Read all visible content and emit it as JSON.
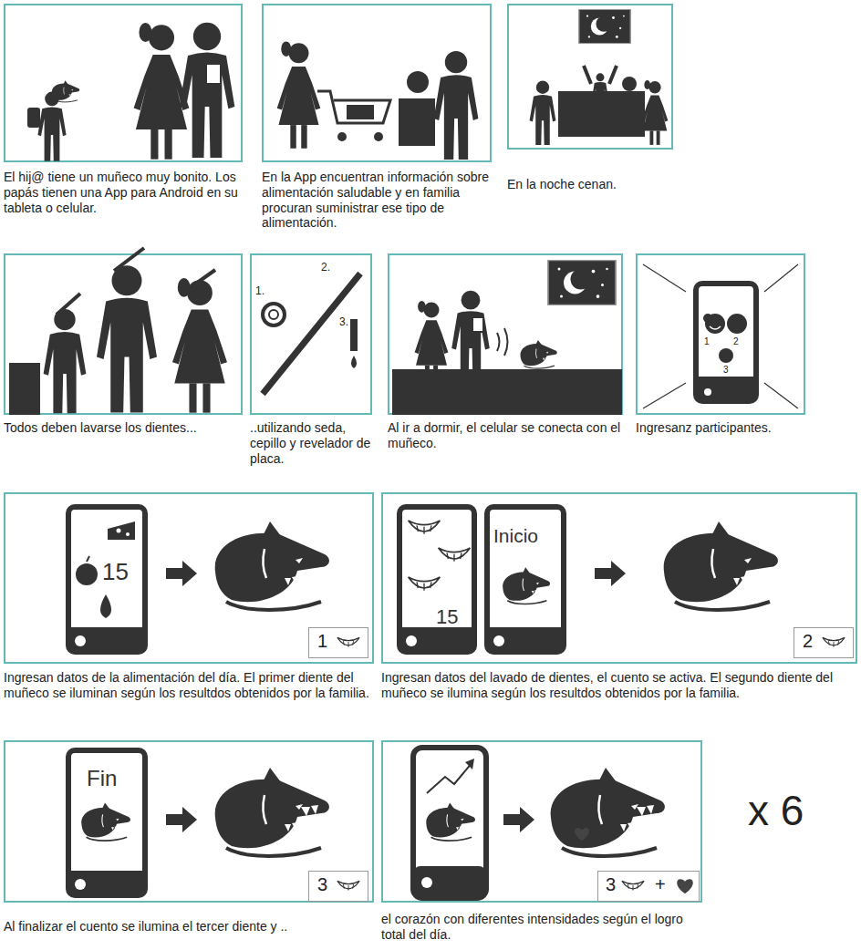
{
  "diagram": {
    "nodes": [
      {
        "text": [
          "El hij@ tiene un muñeco muy bonito. Los papás tienen una App para Android en su tableta o celular."
        ]
      },
      {
        "text": [
          "En la App encuentran información sobre alimentación saludable y en familia procuran suministrar ese tipo de alimentación."
        ]
      },
      {
        "text": [
          "En la noche cenan."
        ]
      },
      {
        "text": [
          "Todos deben lavarse los dientes..."
        ]
      },
      {
        "text": [
          "1.",
          "2.",
          "3.",
          "..utilizando seda, cepillo y revelador de placa."
        ]
      },
      {
        "text": [
          "Al ir a dormir, el celular se conecta con el muñeco."
        ]
      },
      {
        "text": [
          "Ingresanz participantes."
        ]
      },
      {
        "text": [
          "1",
          "2",
          "3"
        ],
        "in": 6
      },
      {
        "text": [
          "Ingresan datos de la alimentación del día. El primer diente del muñeco se iluminan según los resultdos obtenidos por la familia."
        ]
      },
      {
        "text": [
          "15"
        ],
        "in": 8
      },
      {
        "text": [
          "1"
        ],
        "in": 8
      },
      {
        "text": [
          "Ingresan datos del lavado de dientes, el cuento se activa. El segundo diente del muñeco se ilumina según los resultdos obtenidos por la familia."
        ]
      },
      {
        "text": [
          "15"
        ],
        "in": 11
      },
      {
        "text": [
          "Inicio"
        ],
        "in": 11
      },
      {
        "text": [
          "2"
        ],
        "in": 11
      },
      {
        "text": [
          "Al finalizar el cuento se ilumina el tercer diente y .."
        ]
      },
      {
        "text": [
          "Fin"
        ],
        "in": 15
      },
      {
        "text": [
          "3"
        ],
        "in": 15
      },
      {
        "text": [
          "el corazón con diferentes intensidades según el logro total del día."
        ]
      },
      {
        "text": [
          "3",
          "+"
        ],
        "in": 18
      }
    ],
    "labels": [
      "x 6"
    ]
  }
}
